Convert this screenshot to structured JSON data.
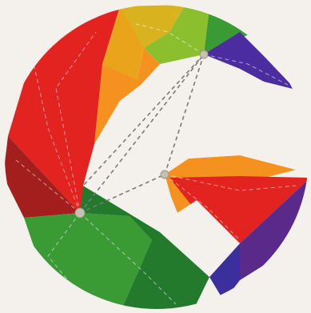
{
  "palette": {
    "background": "#f4f1ec",
    "red": "#e2231f",
    "deep_red": "#a21f1d",
    "dark_red": "#8e1f1c",
    "orange": "#f5921f",
    "yellow_orange": "#eaa41c",
    "yellow": "#d9b21f",
    "yellow_green": "#8cbf2e",
    "green": "#3a9a34",
    "dark_green": "#237a2c",
    "blue_violet": "#4b2da0",
    "violet": "#5a2a8a",
    "indigo": "#3b2f9e",
    "spoke": "#7a7a72",
    "hub": "#c8c1b3"
  },
  "icons": [
    "hub-point-left",
    "hub-point-top",
    "hub-point-middle"
  ]
}
